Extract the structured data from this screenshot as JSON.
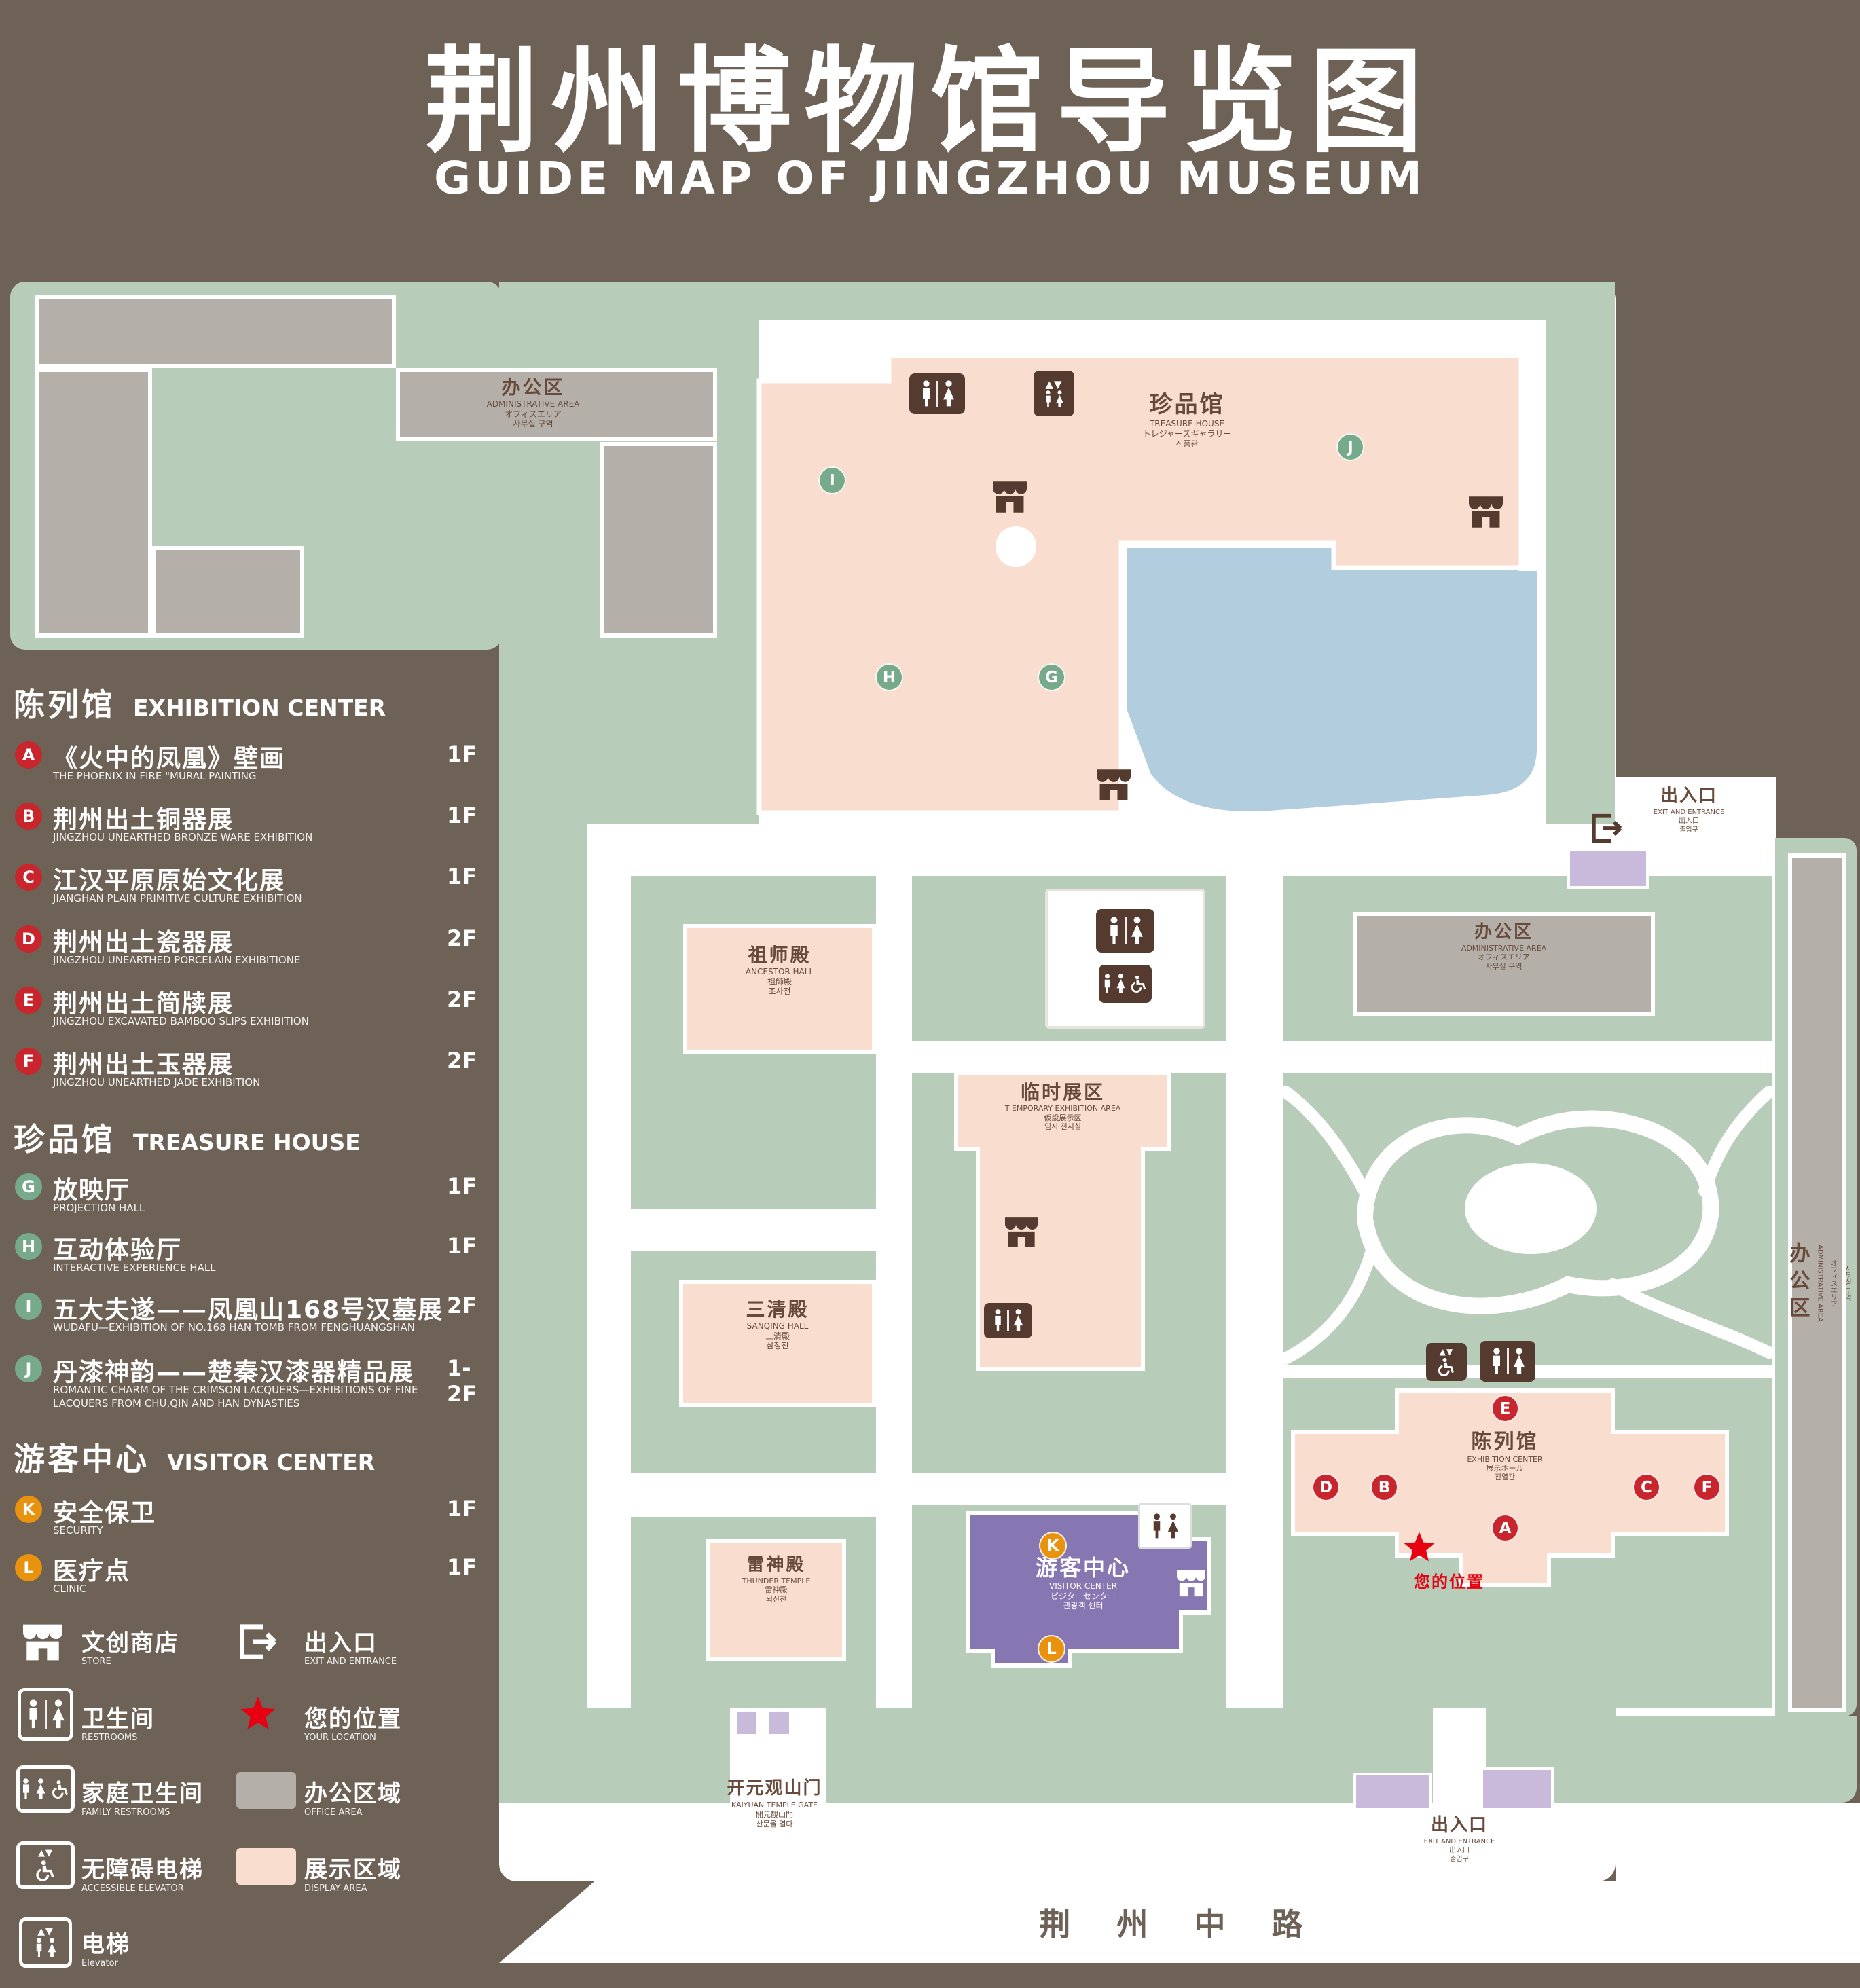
{
  "title": {
    "zh": "荆州博物馆导览图",
    "en": "GUIDE MAP OF JINGZHOU MUSEUM"
  },
  "legend": {
    "sections": [
      {
        "title_zh": "陈列馆",
        "title_en": "EXHIBITION CENTER",
        "items": [
          {
            "letter": "A",
            "zh": "《火中的凤凰》壁画",
            "en": "THE PHOENIX IN FIRE \"MURAL PAINTING",
            "floor": "1F"
          },
          {
            "letter": "B",
            "zh": "荆州出土铜器展",
            "en": "JINGZHOU UNEARTHED BRONZE WARE EXHIBITION",
            "floor": "1F"
          },
          {
            "letter": "C",
            "zh": "江汉平原原始文化展",
            "en": "JIANGHAN PLAIN PRIMITIVE CULTURE EXHIBITION",
            "floor": "1F"
          },
          {
            "letter": "D",
            "zh": "荆州出土瓷器展",
            "en": "JINGZHOU UNEARTHED PORCELAIN EXHIBITIONE",
            "floor": "2F"
          },
          {
            "letter": "E",
            "zh": "荆州出土简牍展",
            "en": "JINGZHOU EXCAVATED BAMBOO SLIPS EXHIBITION",
            "floor": "2F"
          },
          {
            "letter": "F",
            "zh": "荆州出土玉器展",
            "en": "JINGZHOU UNEARTHED JADE EXHIBITION",
            "floor": "2F"
          }
        ]
      },
      {
        "title_zh": "珍品馆",
        "title_en": "TREASURE HOUSE",
        "items": [
          {
            "letter": "G",
            "zh": "放映厅",
            "en": "PROJECTION HALL",
            "floor": "1F"
          },
          {
            "letter": "H",
            "zh": "互动体验厅",
            "en": "INTERACTIVE EXPERIENCE HALL",
            "floor": "1F"
          },
          {
            "letter": "I",
            "zh": "五大夫遂——凤凰山168号汉墓展",
            "en": "WUDAFU—EXHIBITION OF NO.168 HAN TOMB FROM FENGHUANGSHAN",
            "floor": "2F"
          },
          {
            "letter": "J",
            "zh": "丹漆神韵——楚秦汉漆器精品展",
            "en": "ROMANTIC CHARM OF THE CRIMSON LACQUERS—EXHIBITIONS OF FINE LACQUERS FROM CHU,QIN AND HAN DYNASTIES",
            "floor": "1-2F"
          }
        ]
      },
      {
        "title_zh": "游客中心",
        "title_en": "VISITOR CENTER",
        "items": [
          {
            "letter": "K",
            "zh": "安全保卫",
            "en": "SECURITY",
            "floor": "1F"
          },
          {
            "letter": "L",
            "zh": "医疗点",
            "en": "CLINIC",
            "floor": "1F"
          }
        ]
      }
    ],
    "symbols": [
      {
        "icon": "store-icon",
        "zh": "文创商店",
        "en": "STORE"
      },
      {
        "icon": "exit-icon",
        "zh": "出入口",
        "en": "EXIT AND ENTRANCE"
      },
      {
        "icon": "restrooms-icon",
        "zh": "卫生间",
        "en": "RESTROOMS"
      },
      {
        "icon": "location-star-icon",
        "zh": "您的位置",
        "en": "YOUR LOCATION"
      },
      {
        "icon": "family-restrooms-icon",
        "zh": "家庭卫生间",
        "en": "FAMILY RESTROOMS"
      },
      {
        "icon": "office-area-swatch",
        "zh": "办公区域",
        "en": "OFFICE AREA"
      },
      {
        "icon": "accessible-elevator-icon",
        "zh": "无障碍电梯",
        "en": "ACCESSIBLE ELEVATOR"
      },
      {
        "icon": "display-area-swatch",
        "zh": "展示区域",
        "en": "DISPLAY AREA"
      },
      {
        "icon": "elevator-icon",
        "zh": "电梯",
        "en": "Elevator"
      }
    ]
  },
  "map": {
    "buildings": {
      "admin_nw": {
        "zh": "办公区",
        "en": "ADMINISTRATIVE AREA",
        "ja": "オフィスエリア",
        "ko": "사무실 구역"
      },
      "treasure_house": {
        "zh": "珍品馆",
        "en": "TREASURE HOUSE",
        "ja": "トレジャーズギャラリー",
        "ko": "진품관"
      },
      "ancestor_hall": {
        "zh": "祖师殿",
        "en": "ANCESTOR HALL",
        "ja": "祖師殿",
        "ko": "조사전"
      },
      "sanqing_hall": {
        "zh": "三清殿",
        "en": "SANQING HALL",
        "ja": "三清殿",
        "ko": "삼청전"
      },
      "thunder_temple": {
        "zh": "雷神殿",
        "en": "THUNDER TEMPLE",
        "ja": "雷神殿",
        "ko": "뇌신전"
      },
      "temporary_exhibition": {
        "zh": "临时展区",
        "en": "T EMPORARY EXHIBITION AREA",
        "ja": "仮設展示区",
        "ko": "임시 전시실"
      },
      "admin_east": {
        "zh": "办公区",
        "en": "ADMINISTRATIVE AREA",
        "ja": "オフィスエリア",
        "ko": "사무실 구역"
      },
      "admin_far_east": {
        "zh": "办公区",
        "en": "ADMINISTRATIVE AREA",
        "ja": "オフィスエリア",
        "ko": "사무실 구역"
      },
      "exhibition_center": {
        "zh": "陈列馆",
        "en": "EXHIBITION CENTER",
        "ja": "展示ホール",
        "ko": "진열관"
      },
      "visitor_center": {
        "zh": "游客中心",
        "en": "VISITOR CENTER",
        "ja": "ビジターセンター",
        "ko": "관광객 센터"
      }
    },
    "exits": {
      "east": {
        "zh": "出入口",
        "en": "EXIT AND ENTRANCE",
        "ja": "出入口",
        "ko": "출입구"
      },
      "south": {
        "zh": "出入口",
        "en": "EXIT AND ENTRANCE",
        "ja": "出入口",
        "ko": "출입구"
      }
    },
    "gate": {
      "zh": "开元观山门",
      "en": "KAIYUAN TEMPLE GATE",
      "ja": "開元観山門",
      "ko": "산문을 열다"
    },
    "your_location": "您的位置",
    "road": "荆 州 中 路",
    "markers": {
      "A": "A",
      "B": "B",
      "C": "C",
      "D": "D",
      "E": "E",
      "F": "F",
      "G": "G",
      "H": "H",
      "I": "I",
      "J": "J",
      "K": "K",
      "L": "L"
    }
  },
  "colors": {
    "background": "#6e6156",
    "map_green": "#b8ccba",
    "display_pink": "#f9decf",
    "office_gray": "#b5afa9",
    "visitor_purple": "#8677b2",
    "entrance_lavender": "#c9badb",
    "pond_blue": "#b2cede",
    "marker_red": "#c9252c",
    "marker_green": "#76aa8b",
    "marker_orange": "#e8920e",
    "icon_brown": "#553b2f",
    "label_brown": "#684a3a",
    "location_red": "#e60012"
  }
}
